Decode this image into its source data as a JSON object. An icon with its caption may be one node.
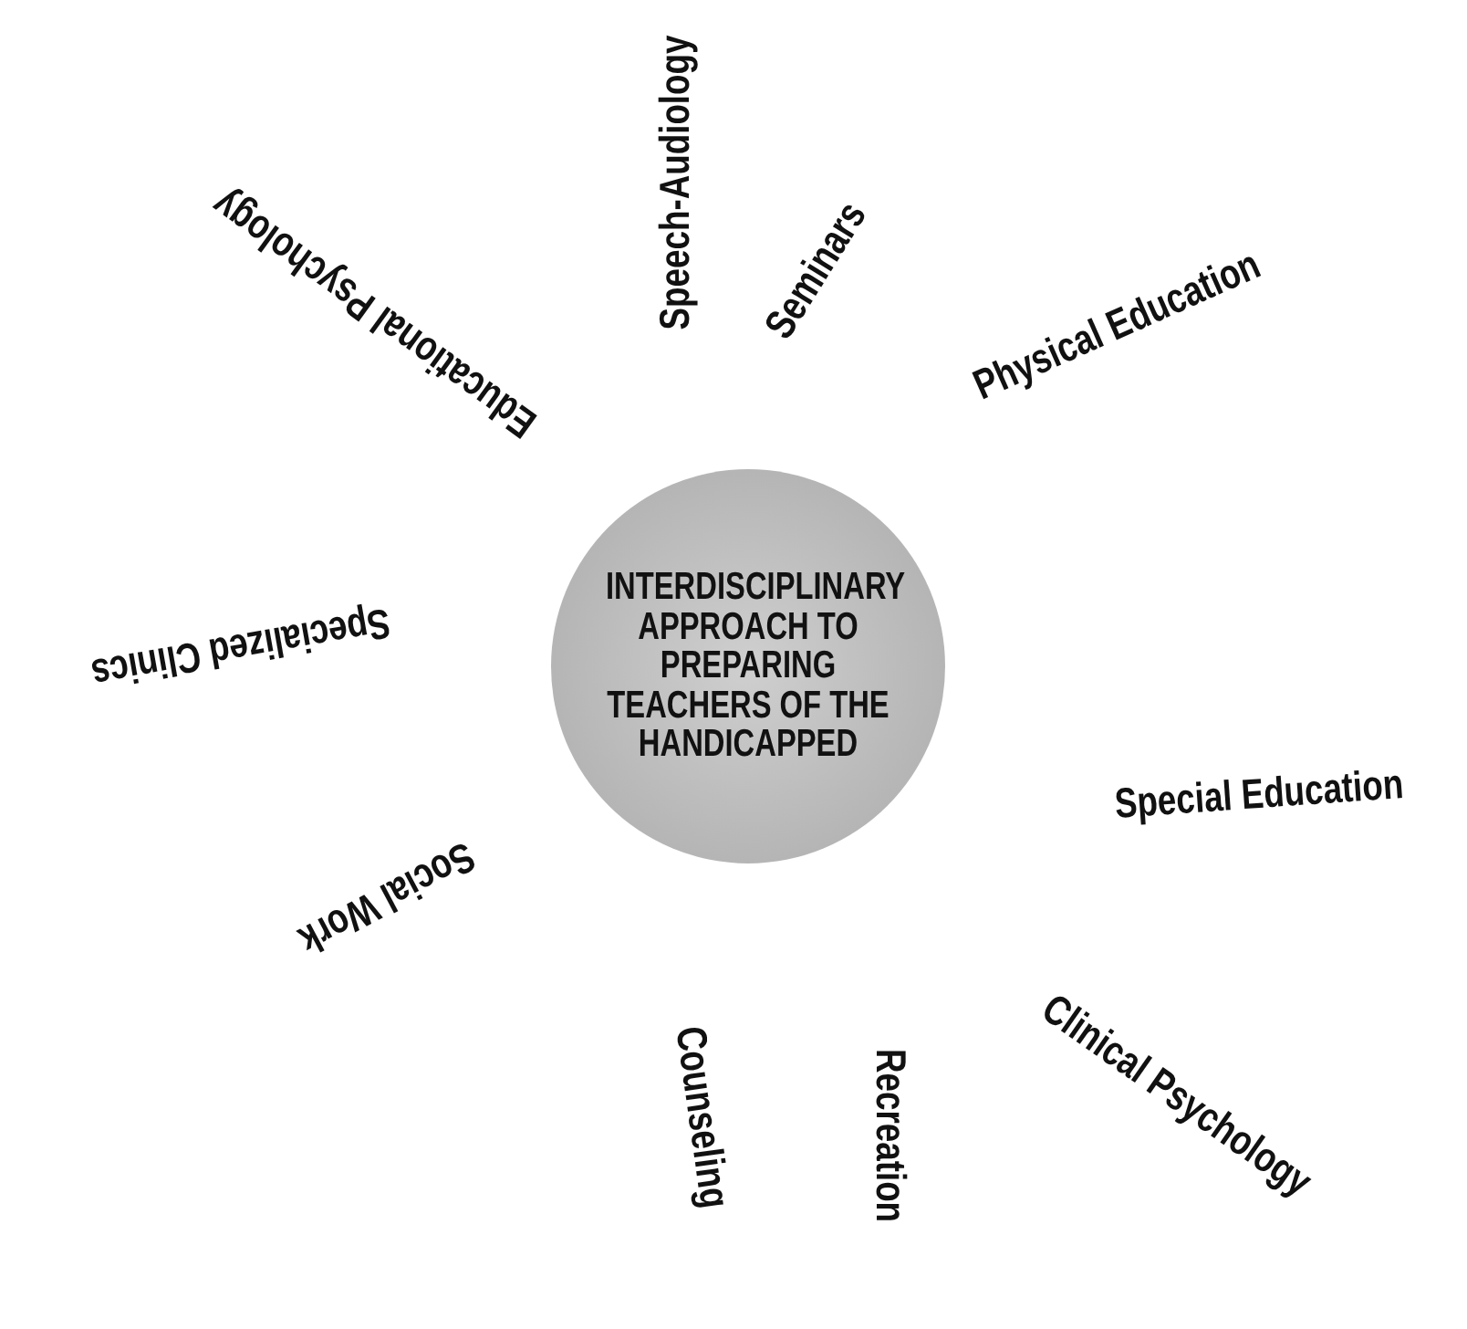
{
  "diagram": {
    "nodes": [
      {
        "text": [
          "INTERDISCIPLINARY APPROACH TO PREPARING TEACHERS OF THE HANDICAPPED"
        ]
      }
    ],
    "labels": [
      "Speech-Audiology",
      "Seminars",
      "Physical Education",
      "Special Education",
      "Clinical Psychology",
      "Recreation",
      "Counseling",
      "Social Work",
      "Specialized Clinics",
      "Educational Psychology"
    ]
  }
}
